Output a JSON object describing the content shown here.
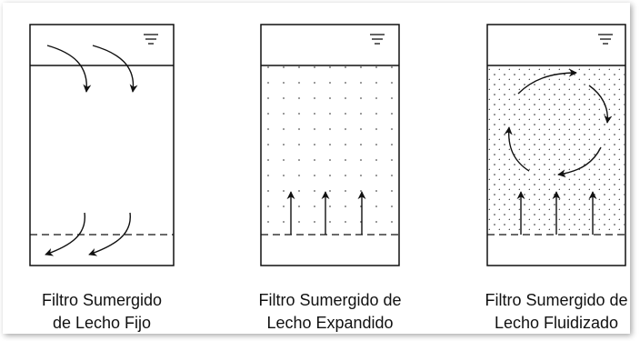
{
  "filters": [
    {
      "line1": "Filtro Sumergido",
      "line2": "de Lecho Fijo"
    },
    {
      "line1": "Filtro Sumergido de",
      "line2": "Lecho Expandido"
    },
    {
      "line1": "Filtro Sumergido de",
      "line2": "Lecho Fluidizado"
    }
  ],
  "colors": {
    "stroke": "#111111",
    "background": "#ffffff",
    "dot": "#555555"
  }
}
